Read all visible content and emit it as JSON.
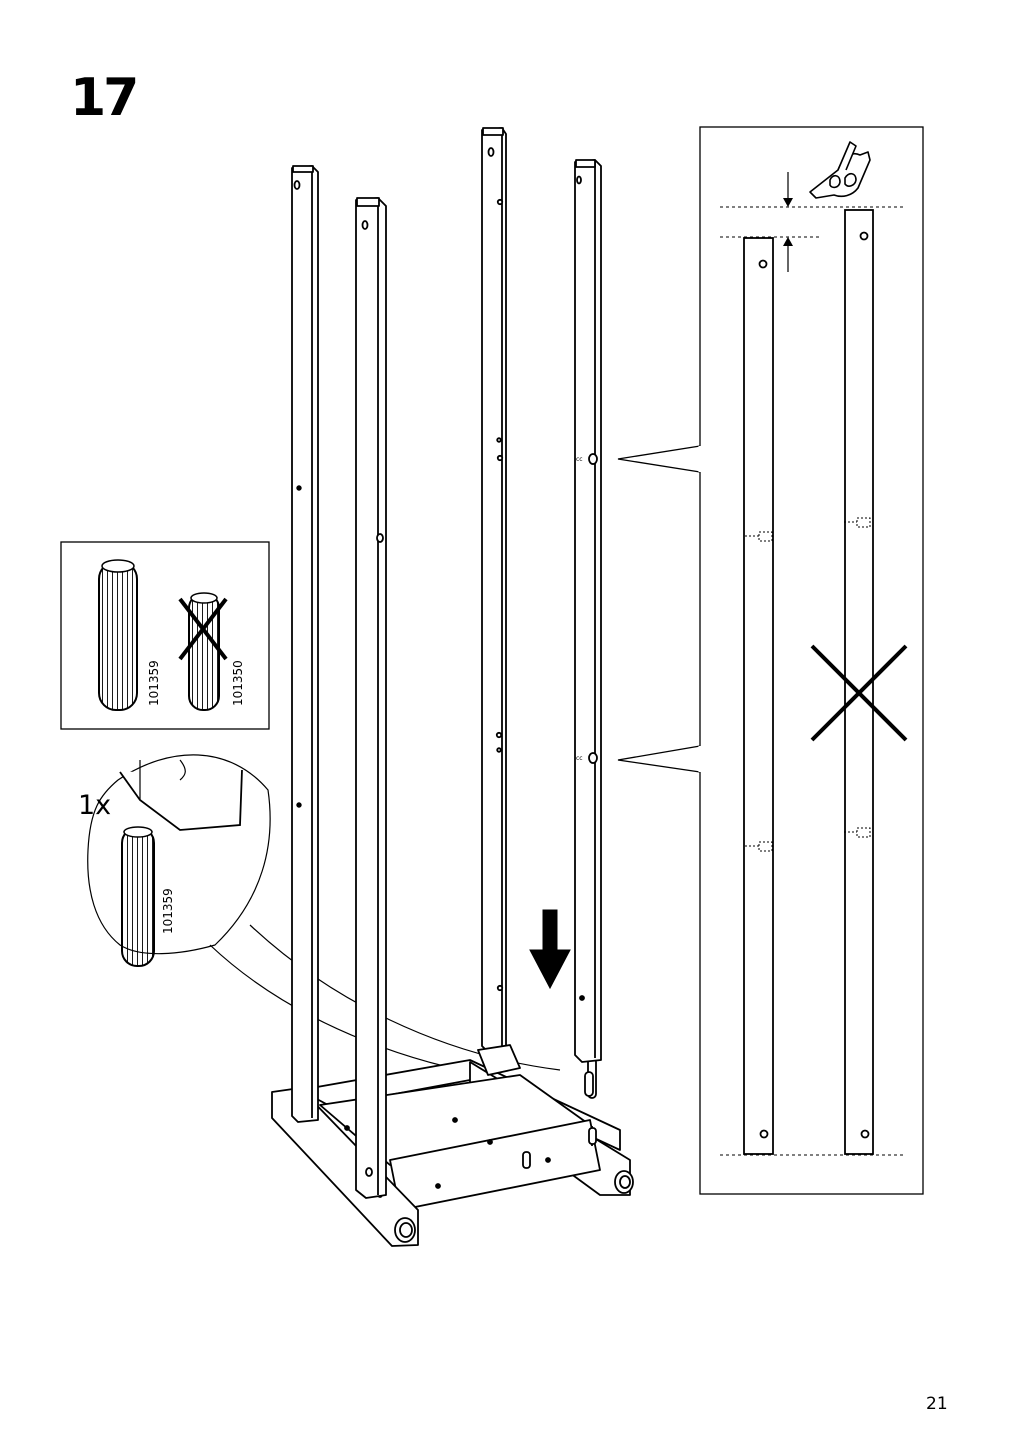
{
  "step": {
    "number": "17"
  },
  "page": {
    "number": "21"
  },
  "dowel_compare": {
    "correct": {
      "part_number": "101359"
    },
    "wrong": {
      "part_number": "101350"
    }
  },
  "detail": {
    "quantity": "1x",
    "part_number": "101359"
  }
}
